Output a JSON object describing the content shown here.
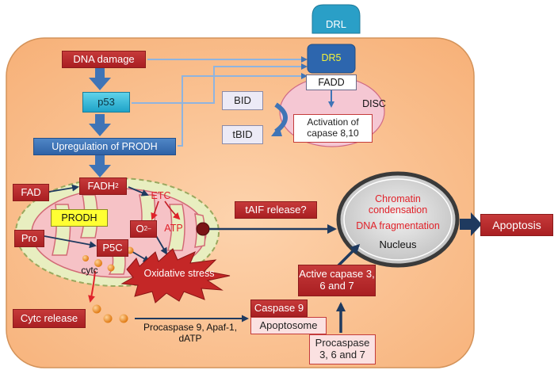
{
  "nodes": {
    "drl": "DRL",
    "dr5": "DR5",
    "fadd": "FADD",
    "disc": "DISC",
    "bid": "BID",
    "tbid": "tBID",
    "activation": "Activation of capase 8,10",
    "dna_damage": "DNA damage",
    "p53": "p53",
    "upregulation": "Upregulation of PRODH",
    "fad": "FAD",
    "fadh2_base": "FADH",
    "fadh2_sub": "2",
    "prodh": "PRODH",
    "pro": "Pro",
    "p5c": "P5C",
    "etc": "ETC",
    "o2_base": "O",
    "o2_sub": "2",
    "o2_sup": "–",
    "atp": "ATP",
    "oxidative_stress": "Oxidative stress",
    "cytc": "cytc",
    "taif_release": "tAIF release?",
    "chromatin": "Chromatin condensation",
    "dna_fragmentation": "DNA fragmentation",
    "nucleus": "Nucleus",
    "apoptosis": "Apoptosis",
    "cytc_release": "Cytc release",
    "procaspase9": "Procaspase 9, Apaf-1, dATP",
    "caspase9": "Caspase 9",
    "apoptosome": "Apoptosome",
    "procaspase367": "Procaspase 3, 6 and 7",
    "active_capase": "Active capase 3, 6 and 7"
  },
  "colors": {
    "cell_fill": "#fbc89c",
    "node_red": "#b3282b",
    "node_blue": "#3a6fb4",
    "arrow_blue": "#3f74b6",
    "arrow_navy": "#1f3a5f",
    "mito_fill": "#e8eec0",
    "nucleus_fill": "#d9d9d9",
    "highlight_yellow": "#ffff33"
  }
}
